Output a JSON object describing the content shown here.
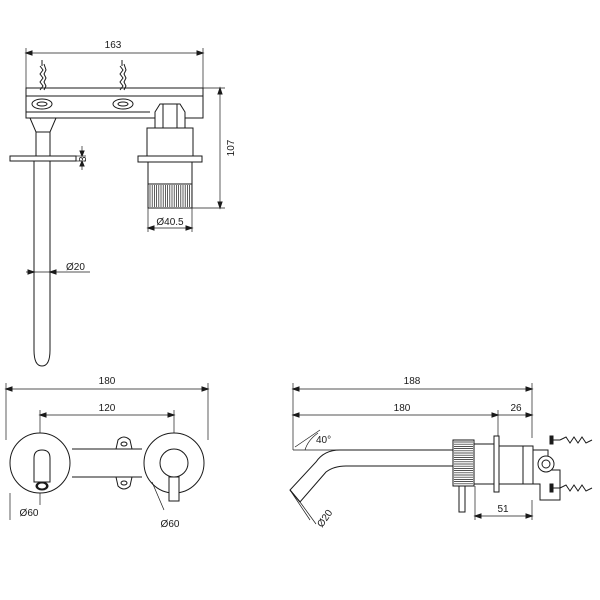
{
  "dimensions": {
    "top_width": "163",
    "top_height": "107",
    "flange_thickness": "3",
    "cartridge_diameter": "Ø40.5",
    "spout_diameter": "Ø20",
    "front_width": "180",
    "front_spacing": "120",
    "front_left_diameter": "Ø60",
    "front_right_diameter": "Ø60",
    "side_overall": "188",
    "side_spout": "180",
    "side_body": "26",
    "side_angle": "40°",
    "side_tip_diameter": "Ø20",
    "side_depth": "51"
  },
  "colors": {
    "line": "#1a1a1a",
    "background": "#ffffff"
  }
}
